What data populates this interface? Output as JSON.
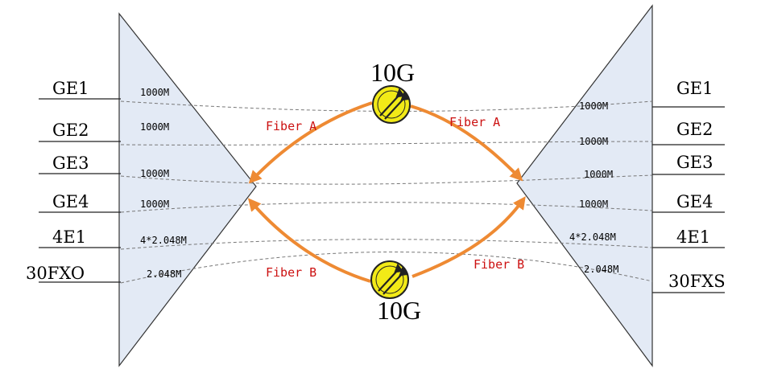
{
  "left_ports": [
    {
      "name": "GE1",
      "rate": "1000M"
    },
    {
      "name": "GE2",
      "rate": "1000M"
    },
    {
      "name": "GE3",
      "rate": "1000M"
    },
    {
      "name": "GE4",
      "rate": "1000M"
    },
    {
      "name": "4E1",
      "rate": "4*2.048M"
    },
    {
      "name": "30FXO",
      "rate": "2.048M"
    }
  ],
  "right_ports": [
    {
      "name": "GE1",
      "rate": "1000M"
    },
    {
      "name": "GE2",
      "rate": "1000M"
    },
    {
      "name": "GE3",
      "rate": "1000M"
    },
    {
      "name": "GE4",
      "rate": "1000M"
    },
    {
      "name": "4E1",
      "rate": "4*2.048M"
    },
    {
      "name": "30FXS",
      "rate": "2.048M"
    }
  ],
  "top_link": {
    "speed": "10G",
    "label_left": "Fiber A",
    "label_right": "Fiber A"
  },
  "bottom_link": {
    "speed": "10G",
    "label_left": "Fiber B",
    "label_right": "Fiber B"
  },
  "colors": {
    "mux_fill": "#e3eaf5",
    "arrow": "#ee8a33",
    "fiber_text": "#cc1111",
    "node_fill": "#f2ea17",
    "dashed": "#777777"
  }
}
